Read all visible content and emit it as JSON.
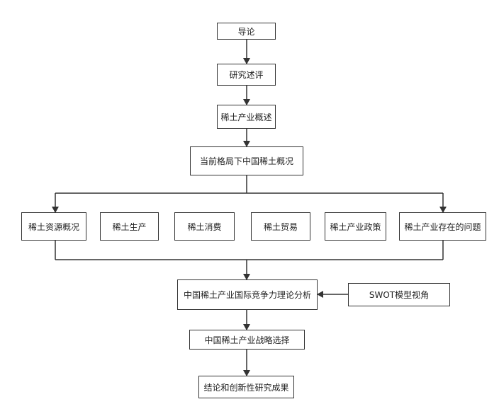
{
  "nodes": {
    "intro": "导论",
    "review": "研究述评",
    "overview": "稀土产业概述",
    "situation": "当前格局下中国稀土概况",
    "resources": "稀土资源概况",
    "production": "稀土生产",
    "consumption": "稀土消费",
    "trade": "稀土贸易",
    "policy": "稀土产业政策",
    "problems": "稀土产业存在的问题",
    "analysis": "中国稀土产业国际竞争力理论分析",
    "swot": "SWOT模型视角",
    "strategy": "中国稀土产业战略选择",
    "conclusion": "结论和创新性研究成果"
  },
  "colors": {
    "line": "#333333",
    "border": "#333333",
    "text": "#222222"
  }
}
